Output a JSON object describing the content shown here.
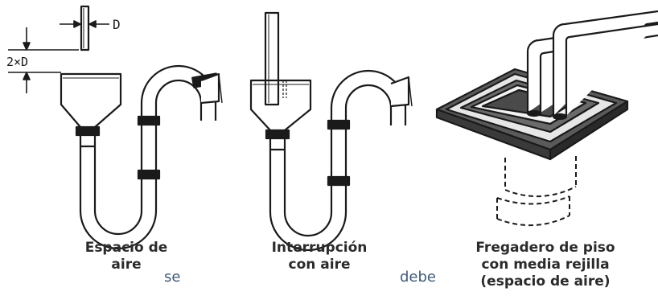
{
  "annotations": {
    "dimension_d": "D",
    "dimension_2xd": "2×D"
  },
  "captions": {
    "air_gap": [
      "Espacio de",
      "aire"
    ],
    "air_break": [
      "Interrupción",
      "con aire"
    ],
    "floor_sink": [
      "Fregadero de piso",
      "con media rejilla",
      "(espacio de aire)"
    ]
  },
  "connectors": {
    "first": "se",
    "second": "debe"
  },
  "colors": {
    "line": "#1a1a1a",
    "caption_text": "#2b2b2b",
    "connector_text": "#3f5a78"
  }
}
